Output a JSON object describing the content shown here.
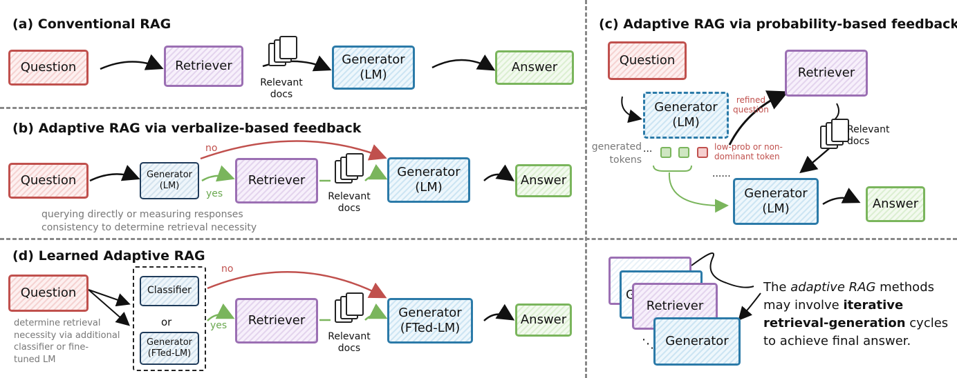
{
  "panel_a": {
    "title": "(a) Conventional RAG",
    "question": "Question",
    "retriever": "Retriever",
    "relevant_docs_1": "Relevant",
    "relevant_docs_2": "docs",
    "generator_1": "Generator",
    "generator_2": "(LM)",
    "answer": "Answer"
  },
  "panel_b": {
    "title": "(b) Adaptive RAG via verbalize-based feedback",
    "question": "Question",
    "gen_small_1": "Generator",
    "gen_small_2": "(LM)",
    "no": "no",
    "yes": "yes",
    "retriever": "Retriever",
    "relevant_docs_1": "Relevant",
    "relevant_docs_2": "docs",
    "generator_1": "Generator",
    "generator_2": "(LM)",
    "answer": "Answer",
    "note_1": "querying directly or measuring responses",
    "note_2": "consistency to determine retrieval necessity"
  },
  "panel_c": {
    "title": "(c) Adaptive RAG via probability-based feedback",
    "question": "Question",
    "gen_top_1": "Generator",
    "gen_top_2": "(LM)",
    "refined_1": "refined",
    "refined_2": "question",
    "retriever": "Retriever",
    "relevant_docs_1": "Relevant",
    "relevant_docs_2": "docs",
    "generated_1": "generated",
    "generated_2": "tokens",
    "ellipsis_1": "...",
    "lowprob_1": "low-prob or non-",
    "lowprob_2": "dominant token",
    "ellipsis_2": "......",
    "gen_bottom_1": "Generator",
    "gen_bottom_2": "(LM)",
    "answer": "Answer"
  },
  "panel_d": {
    "title": "(d) Learned Adaptive RAG",
    "question": "Question",
    "classifier": "Classifier",
    "or": "or",
    "gen_small_1": "Generator",
    "gen_small_2": "(FTed-LM)",
    "no": "no",
    "yes": "yes",
    "retriever": "Retriever",
    "relevant_docs_1": "Relevant",
    "relevant_docs_2": "docs",
    "generator_1": "Generator",
    "generator_2": "(FTed-LM)",
    "answer": "Answer",
    "note_1": "determine retrieval",
    "note_2": "necessity via additional",
    "note_3": "classifier or fine-",
    "note_4": "tuned LM"
  },
  "panel_e": {
    "stack_g": "G",
    "retriever": "Retriever",
    "generator": "Generator",
    "dots": "⋱",
    "text_1a": "The ",
    "text_1b": "adaptive RAG",
    "text_1c": " methods",
    "text_2": "may involve ",
    "text_2b": "iterative",
    "text_3": "retrieval-generation",
    "text_3b": " cycles",
    "text_4": "to achieve final answer."
  },
  "colors": {
    "red": "#c0504d",
    "purple": "#9b6fb3",
    "blue": "#2b7aa8",
    "green": "#7ab55c",
    "navy": "#1f3b5a"
  }
}
